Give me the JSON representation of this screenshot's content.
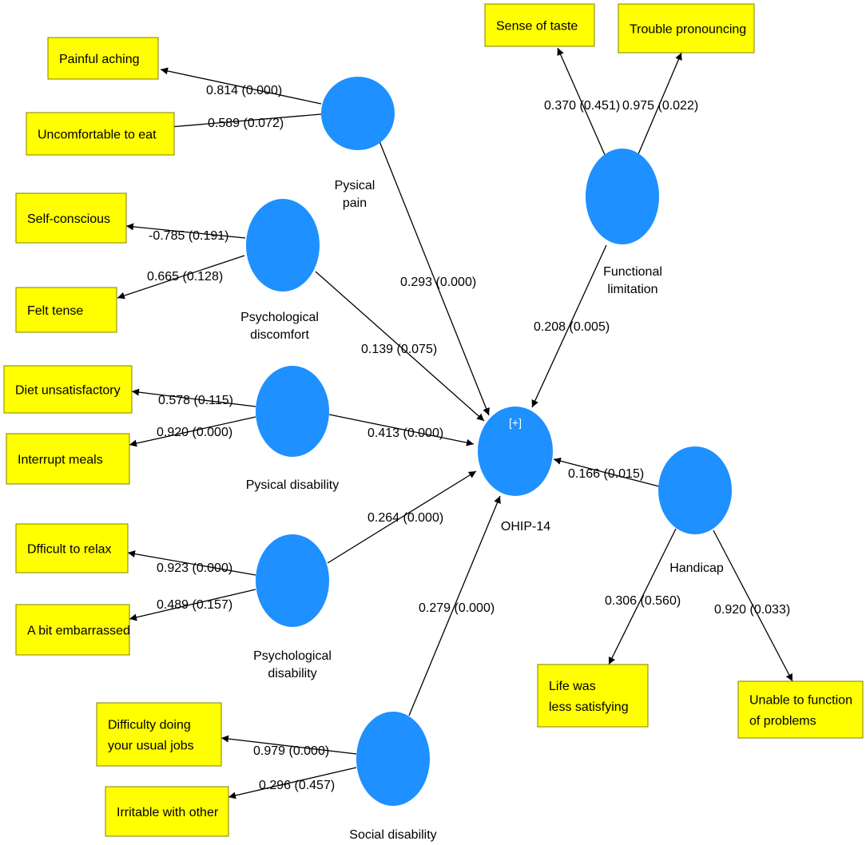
{
  "nodes": [
    {
      "id": "pain",
      "label_lines": [
        "Pysical",
        "pain"
      ]
    },
    {
      "id": "discomfort",
      "label_lines": [
        "Psychological",
        "discomfort"
      ]
    },
    {
      "id": "pdisab",
      "label_lines": [
        "Pysical disability"
      ]
    },
    {
      "id": "psydisab",
      "label_lines": [
        "Psychological",
        "disability"
      ]
    },
    {
      "id": "social",
      "label_lines": [
        "Social disability"
      ]
    },
    {
      "id": "func",
      "label_lines": [
        "Functional",
        "limitation"
      ]
    },
    {
      "id": "handicap",
      "label_lines": [
        "Handicap"
      ]
    },
    {
      "id": "ohip",
      "label_lines": [
        "OHIP-14"
      ],
      "expand_label": "[+]"
    }
  ],
  "indicators": [
    {
      "id": "aching",
      "lines": [
        "Painful aching"
      ]
    },
    {
      "id": "uncomf",
      "lines": [
        "Uncomfortable to eat"
      ]
    },
    {
      "id": "selfc",
      "lines": [
        "Self-conscious"
      ]
    },
    {
      "id": "tense",
      "lines": [
        "Felt tense"
      ]
    },
    {
      "id": "diet",
      "lines": [
        "Diet unsatisfactory"
      ]
    },
    {
      "id": "meals",
      "lines": [
        "Interrupt meals"
      ]
    },
    {
      "id": "relax",
      "lines": [
        "Dfficult to relax"
      ]
    },
    {
      "id": "embar",
      "lines": [
        "A bit embarrassed"
      ]
    },
    {
      "id": "jobs",
      "lines": [
        "Difficulty doing",
        "your usual jobs"
      ]
    },
    {
      "id": "irrit",
      "lines": [
        "Irritable with other"
      ]
    },
    {
      "id": "taste",
      "lines": [
        "Sense of taste"
      ]
    },
    {
      "id": "pron",
      "lines": [
        "Trouble pronouncing"
      ]
    },
    {
      "id": "life",
      "lines": [
        "Life was",
        "less satisfying"
      ]
    },
    {
      "id": "unable",
      "lines": [
        "Unable to function",
        "of problems"
      ]
    }
  ],
  "paths": [
    {
      "from": "pain",
      "to": "aching",
      "label": "0.814 (0.000)"
    },
    {
      "from": "pain",
      "to": "uncomf",
      "label": "0.589 (0.072)"
    },
    {
      "from": "discomfort",
      "to": "selfc",
      "label": "-0.785 (0.191)"
    },
    {
      "from": "discomfort",
      "to": "tense",
      "label": "0.665 (0.128)"
    },
    {
      "from": "pdisab",
      "to": "diet",
      "label": "0.578 (0.115)"
    },
    {
      "from": "pdisab",
      "to": "meals",
      "label": "0.920 (0.000)"
    },
    {
      "from": "psydisab",
      "to": "relax",
      "label": "0.923 (0.000)"
    },
    {
      "from": "psydisab",
      "to": "embar",
      "label": "0.489 (0.157)"
    },
    {
      "from": "social",
      "to": "jobs",
      "label": "0.979 (0.000)"
    },
    {
      "from": "social",
      "to": "irrit",
      "label": "0.296 (0.457)"
    },
    {
      "from": "func",
      "to": "taste",
      "label": "0.370 (0.451)"
    },
    {
      "from": "func",
      "to": "pron",
      "label": "0.975 (0.022)"
    },
    {
      "from": "handicap",
      "to": "life",
      "label": "0.306 (0.560)"
    },
    {
      "from": "handicap",
      "to": "unable",
      "label": "0.920 (0.033)"
    },
    {
      "from": "pain",
      "to": "ohip",
      "label": "0.293 (0.000)"
    },
    {
      "from": "discomfort",
      "to": "ohip",
      "label": "0.139 (0.075)"
    },
    {
      "from": "pdisab",
      "to": "ohip",
      "label": "0.413 (0.000)"
    },
    {
      "from": "psydisab",
      "to": "ohip",
      "label": "0.264 (0.000)"
    },
    {
      "from": "social",
      "to": "ohip",
      "label": "0.279 (0.000)"
    },
    {
      "from": "func",
      "to": "ohip",
      "label": "0.208 (0.005)"
    },
    {
      "from": "handicap",
      "to": "ohip",
      "label": "0.166 (0.015)"
    }
  ]
}
